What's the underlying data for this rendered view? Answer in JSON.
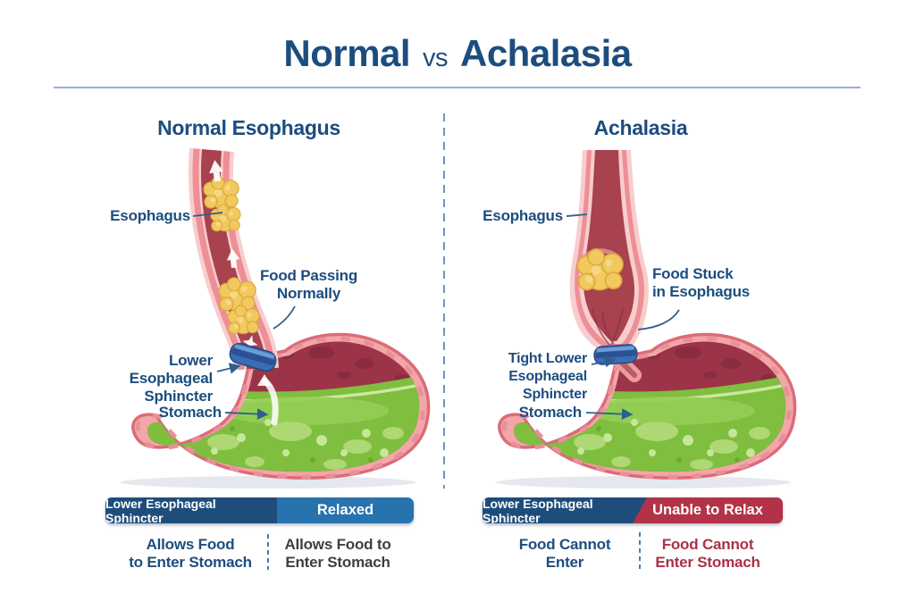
{
  "title": {
    "left": "Normal",
    "middle": "vs",
    "right": "Achalasia"
  },
  "left_panel": {
    "heading": "Normal Esophagus",
    "esophagus_label": "Esophagus",
    "flow_label_line1": "Food Passing",
    "flow_label_line2": "Normally",
    "sphincter_label_line1": "Lower Esophageal",
    "sphincter_label_line2": "Sphincter",
    "stomach_label": "Stomach",
    "banner": {
      "title": "Lower Esophageal Sphincter",
      "status": "Relaxed"
    },
    "note_left_line1": "Allows Food",
    "note_left_line2": "to Enter Stomach",
    "note_right_line1": "Allows Food to",
    "note_right_line2": "Enter Stomach"
  },
  "right_panel": {
    "heading": "Achalasia",
    "esophagus_label": "Esophagus",
    "flow_label_line1": "Food Stuck",
    "flow_label_line2": "in Esophagus",
    "sphincter_label_line1": "Tight Lower",
    "sphincter_label_line2": "Esophageal Sphincter",
    "stomach_label": "Stomach",
    "banner": {
      "title": "Lower Esophageal Sphincter",
      "status": "Unable to Relax"
    },
    "note_left_line1": "Food Cannot",
    "note_left_line2": "Enter",
    "note_right_line1": "Food Cannot",
    "note_right_line2": "Enter Stomach"
  },
  "colors": {
    "accent_blue": "#1c4d7f",
    "banner_dark_blue": "#1e4d7c",
    "banner_blue": "#2673ad",
    "status_red": "#b23347",
    "note_gray": "#3f3f3f",
    "stomach_green": "#7fbe3e",
    "tissue_pink": "#ee8e95",
    "lumen_red": "#a8424f",
    "sphincter_blue": "#3a6db3",
    "food_yellow": "#f2c95f"
  }
}
